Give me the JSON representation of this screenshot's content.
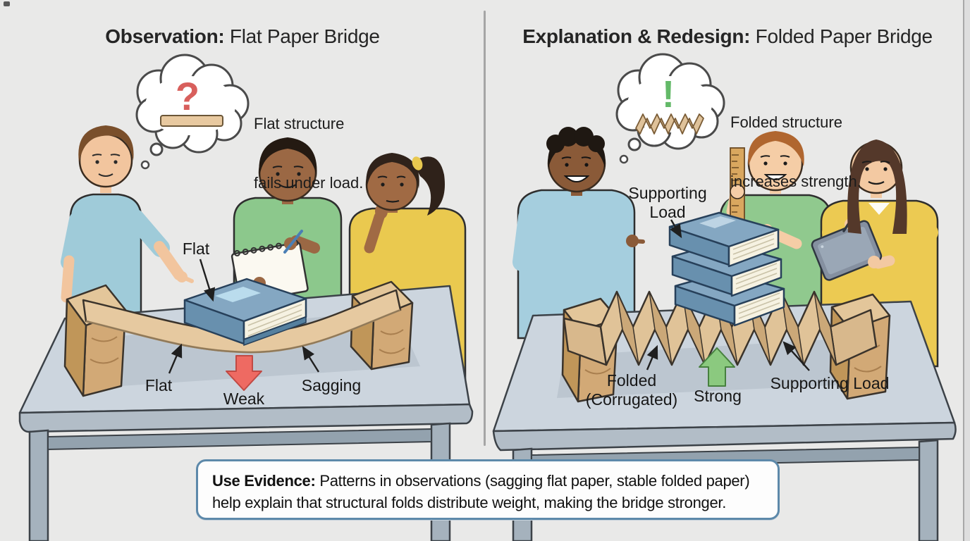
{
  "colors": {
    "background": "#e9e9e8",
    "caption_border": "#5d89aa",
    "question_mark": "#d85f5c",
    "exclamation_mark": "#63b968",
    "weak_arrow": "#ee6a62",
    "strong_arrow": "#8bc97f",
    "table": "#ccd5de",
    "wood": "#d7b384",
    "paper": "#e6c9a0",
    "book_cover": "#84a7c2"
  },
  "left_panel": {
    "title_bold": "Observation:",
    "title_rest": " Flat Paper Bridge",
    "bubble_symbol": "?",
    "note_line1": "Flat structure",
    "note_line2": "fails under load.",
    "labels": {
      "flat_top": "Flat",
      "flat_bottom": "Flat",
      "weak": "Weak",
      "sagging": "Sagging"
    }
  },
  "right_panel": {
    "title_bold": "Explanation & Redesign:",
    "title_rest": " Folded Paper Bridge",
    "bubble_symbol": "!",
    "note_line1": "Folded structure",
    "note_line2": "increases strength.",
    "labels": {
      "supporting_load_line1": "Supporting",
      "supporting_load_line2": "Load",
      "folded_line1": "Folded",
      "folded_line2": "(Corrugated)",
      "strong": "Strong",
      "supporting_load_bottom": "Supporting Load"
    }
  },
  "caption": {
    "line1_bold": "Use Evidence:",
    "line1_rest": " Patterns in observations (sagging flat paper, stable folded paper)",
    "line2": "help explain that structural folds distribute weight, making the bridge stronger."
  }
}
